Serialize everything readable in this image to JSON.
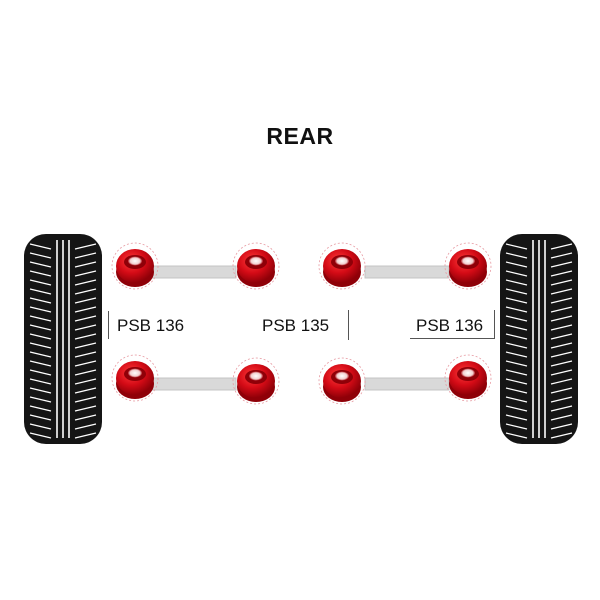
{
  "title": "REAR",
  "labels": {
    "left": "PSB 136",
    "center": "PSB 135",
    "right": "PSB 136"
  },
  "colors": {
    "bushing": "#d40b16",
    "bushing_dark": "#8f0008",
    "rod": "#d9d9d9",
    "tire": "#151515",
    "tread_line": "#ffffff",
    "highlight_ring": "#e79aa2"
  }
}
